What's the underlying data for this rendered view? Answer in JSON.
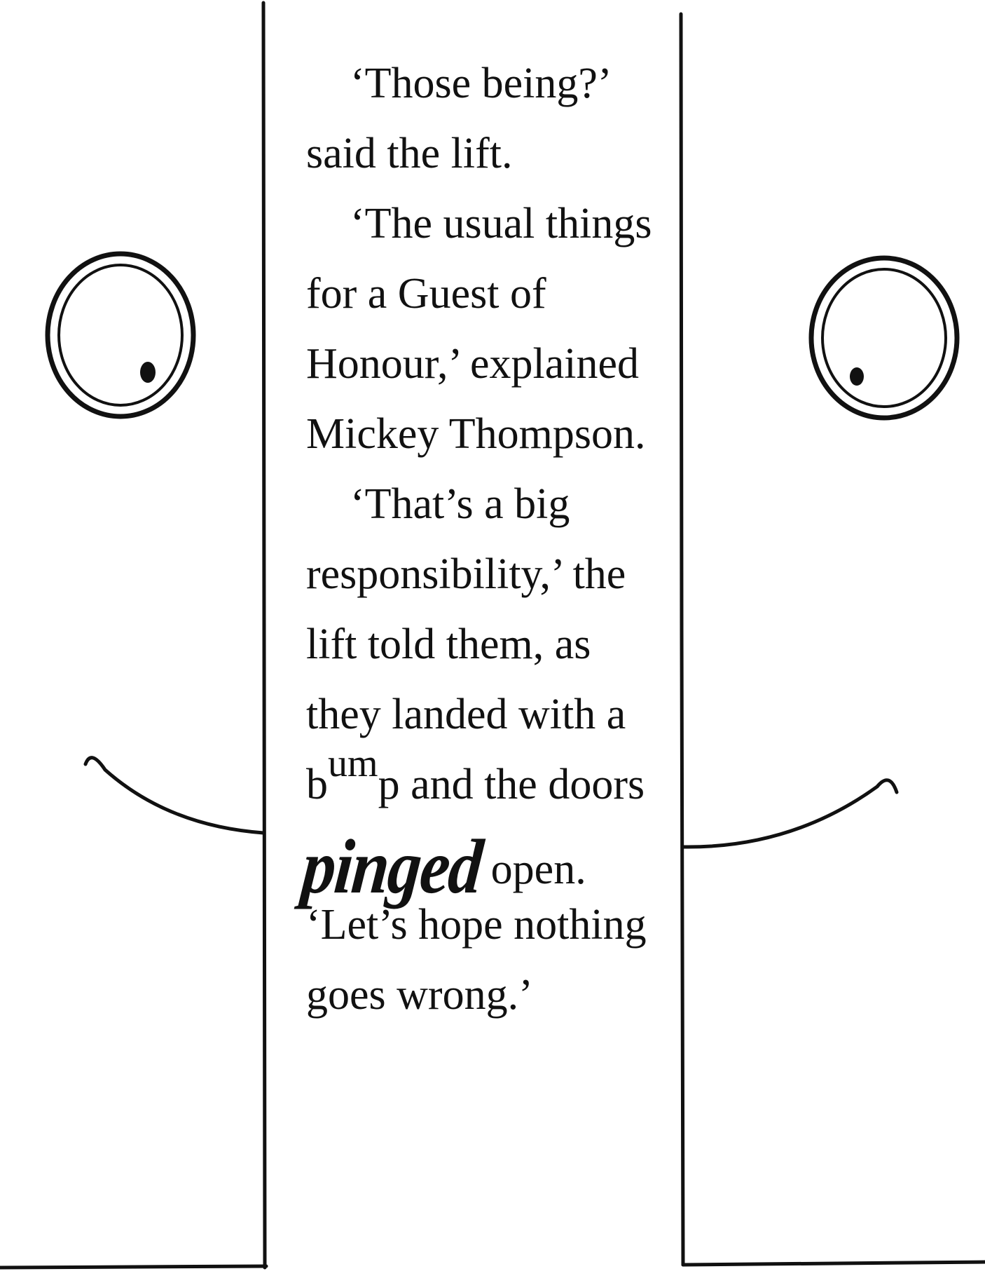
{
  "text": {
    "l1": "‘Those being?’",
    "l2": "said the lift.",
    "l3": "‘The usual things",
    "l4": "for a Guest of",
    "l5": "Honour,’ explained",
    "l6": "Mickey Thompson.",
    "l7": "‘That’s a big",
    "l8": "responsibility,’ the",
    "l9": "lift told them, as",
    "l10": "they landed with a",
    "l11_b": "b",
    "l11_um": "um",
    "l11_rest": "p and the doors",
    "l12_pinged": "pinged",
    "l12_rest": "open.",
    "l13": "‘Let’s hope nothing",
    "l14": "goes wrong.’"
  }
}
